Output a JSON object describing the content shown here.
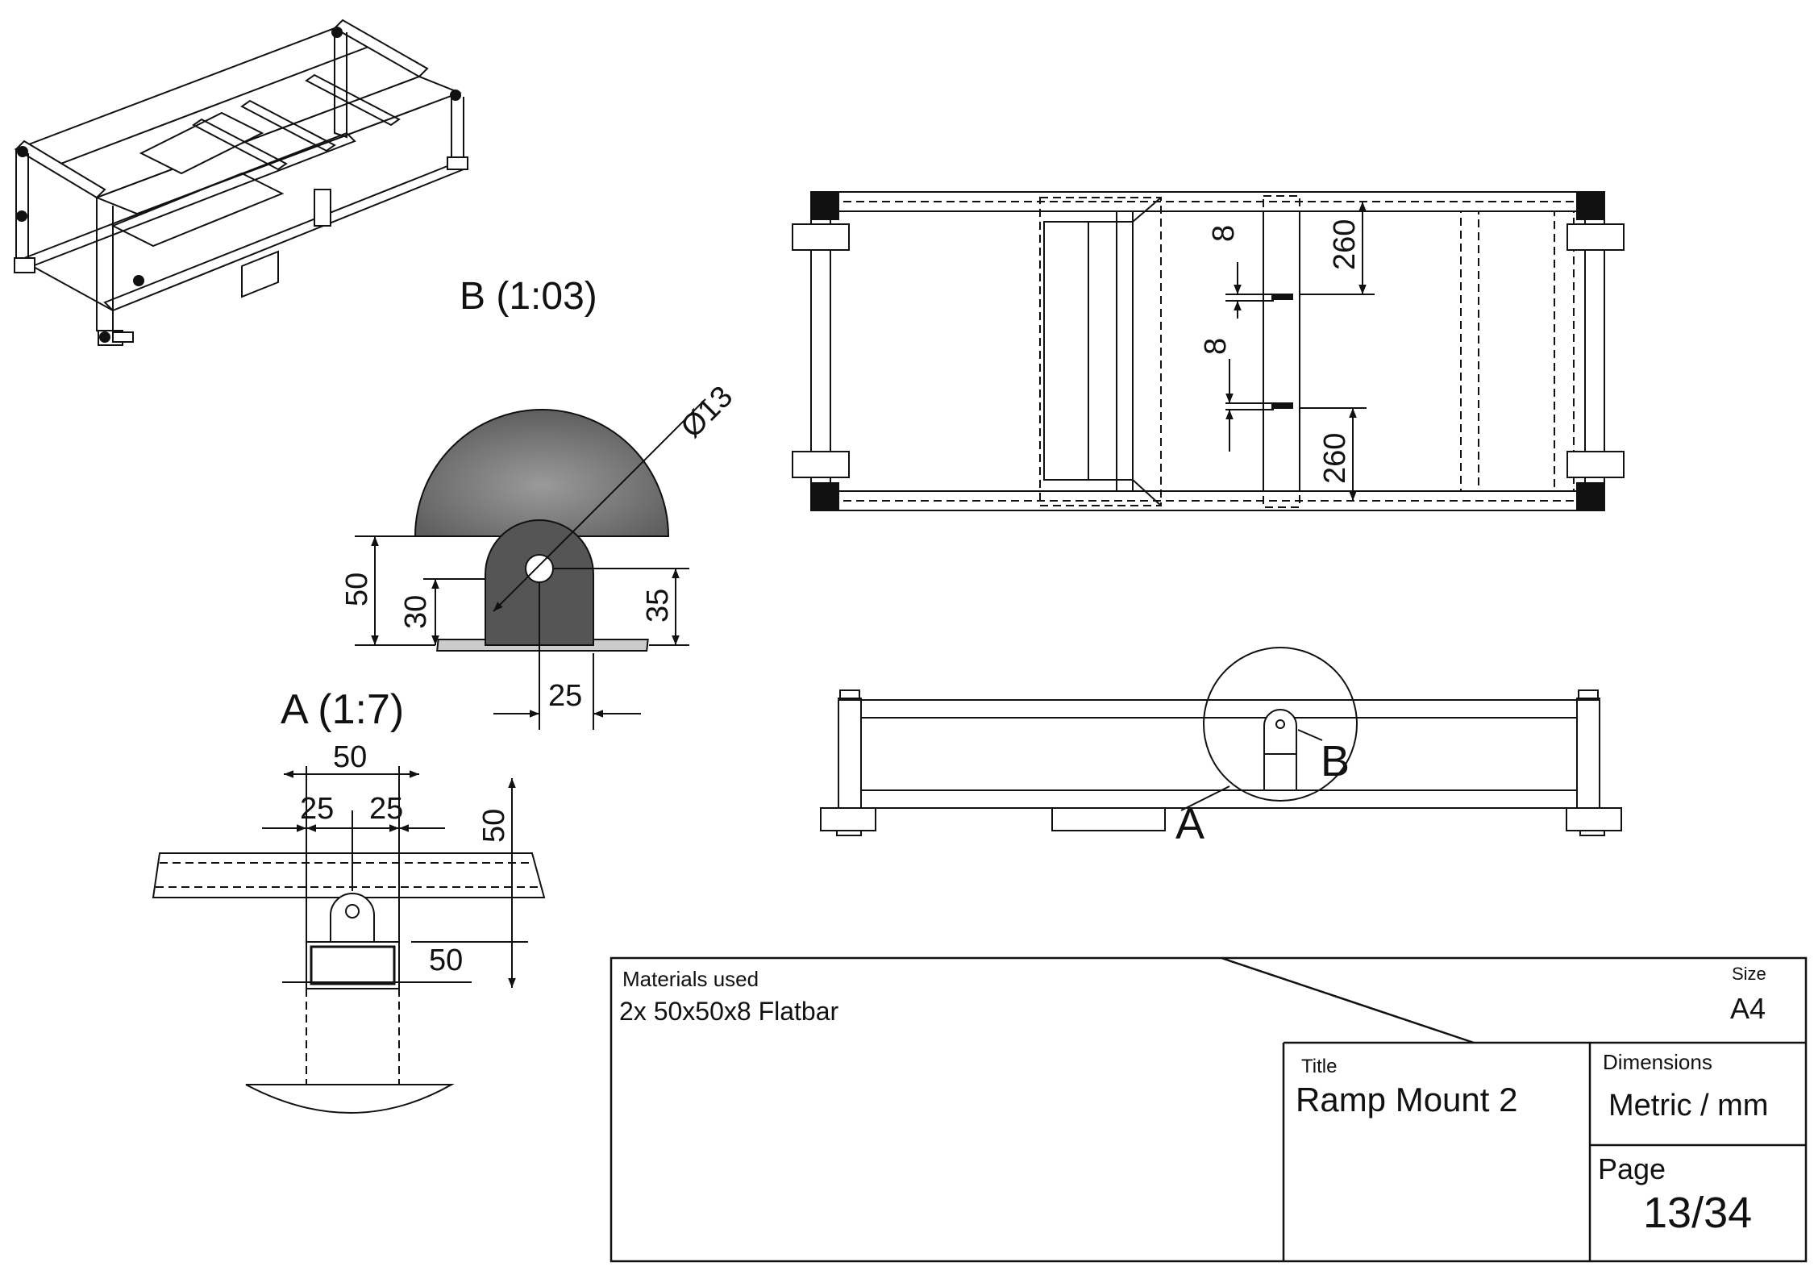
{
  "views": {
    "detail_b_label": "B (1:03)",
    "section_a_label": "A (1:7)",
    "marker_a": "A",
    "marker_b": "B"
  },
  "dimensions": {
    "detail_b": {
      "hole_diameter": "Ø13",
      "height_50": "50",
      "height_30": "30",
      "height_35": "35",
      "width_25": "25"
    },
    "section_a": {
      "top_50": "50",
      "left_25": "25",
      "right_25": "25",
      "right_height_50": "50",
      "tube_50": "50"
    },
    "top_view": {
      "gap_8_upper": "8",
      "gap_8_lower": "8",
      "offset_260_upper": "260",
      "offset_260_lower": "260"
    }
  },
  "title_block": {
    "materials_label": "Materials used",
    "materials_value": "2x 50x50x8 Flatbar",
    "size_label": "Size",
    "size_value": "A4",
    "title_label": "Title",
    "title_value": "Ramp Mount 2",
    "dimensions_label": "Dimensions",
    "dimensions_value": "Metric / mm",
    "page_label": "Page",
    "page_value": "13/34"
  }
}
